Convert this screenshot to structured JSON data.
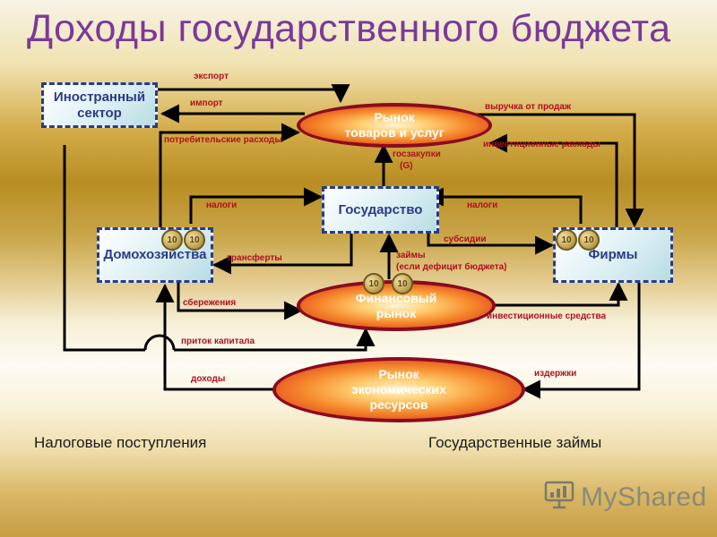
{
  "title": "Доходы государственного бюджета",
  "nodes": {
    "foreign": "Иностранный сектор",
    "goods_market": "Рынок\nтоваров и услуг",
    "state": "Государство",
    "households": "Домохозяйства",
    "firms": "Фирмы",
    "financial_market": "Финансовый\nрынок",
    "resource_market": "Рынок\nэкономических\nресурсов"
  },
  "flows": {
    "export": "экспорт",
    "import": "импорт",
    "consumer_spending": "потребительские расходы",
    "sales_revenue": "выручка от продаж",
    "investment_spending": "инвестиционные расходы",
    "gov_purchases_1": "госзакупки",
    "gov_purchases_2": "(G)",
    "taxes_households": "налоги",
    "taxes_firms": "налоги",
    "subsidies": "субсидии",
    "transfers": "трансферты",
    "loans_1": "займы",
    "loans_2": "(если дефицит бюджета)",
    "savings": "сбережения",
    "investment_funds": "инвестиционные средства",
    "capital_inflow": "приток капитала",
    "income": "доходы",
    "costs": "издержки"
  },
  "coin_label": "10",
  "bottom": {
    "left": "Налоговые поступления",
    "right": "Государственные займы"
  },
  "logo": {
    "text": "MyShared",
    "icon": "presentation-board-icon"
  },
  "colors": {
    "title": "#7a3a98",
    "box_border": "#2b3a87",
    "oval_border": "#8a0c1e",
    "flow_label": "#b0101e",
    "arrow": "#000000"
  }
}
